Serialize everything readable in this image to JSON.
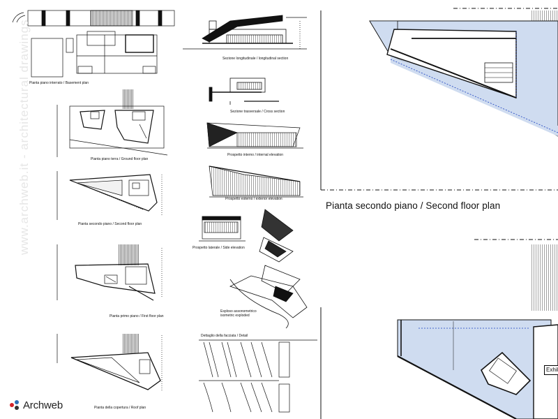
{
  "watermark": {
    "vertical_text": "www.archweb.it - architectural drawings",
    "logo_text": "Archweb"
  },
  "captions": {
    "basement": "Pianta piano interrato  /  Basement plan",
    "ground": "Pianta piano terra  /  Ground floor plan",
    "second_small": "Pianta secondo piano  /  Second  floor plan",
    "first": "Pianta primo piano  /  First floor plan",
    "roof": "Pianta della copertura  /  Roof plan",
    "long_section": "Sezione longitudinale  /  longitudinal section",
    "cross_section": "Sezione trasversale  /  Cross section",
    "internal_elev": "Prospetto interno  /  internal elevation",
    "external_elev": "Prospetto esterno  /  exterior elevation",
    "side_elev": "Prospetto laterale  /  Side elevation",
    "exploded_line1": "Esploso assonometrico",
    "exploded_line2": "isometric exploded",
    "detail": "Dettaglio della facciata  /  Detail",
    "second_large": "Pianta secondo piano  /  Second  floor plan"
  },
  "labels": {
    "exhibition": "Exhibition"
  },
  "colors": {
    "water_blue": "#cfdcf0",
    "line_dark": "#111111",
    "logo_red": "#d2232a",
    "logo_blue": "#2c6fb7"
  }
}
